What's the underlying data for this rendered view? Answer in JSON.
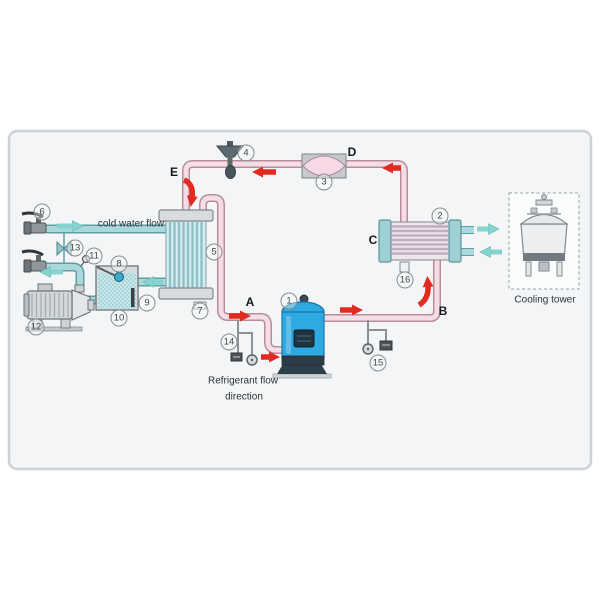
{
  "diagram": {
    "captions": {
      "cold_water_flow": "cold water flow",
      "refrigerant_flow_line1": "Refrigerant flow",
      "refrigerant_flow_line2": "direction",
      "cooling_tower": "Cooling tower"
    },
    "point_labels": {
      "A": "A",
      "B": "B",
      "C": "C",
      "D": "D",
      "E": "E"
    },
    "component_numbers": {
      "n1": "1",
      "n2": "2",
      "n3": "3",
      "n4": "4",
      "n5": "5",
      "n6": "6",
      "n7": "7",
      "n8": "8",
      "n9": "9",
      "n10": "10",
      "n11": "11",
      "n12": "12",
      "n13": "13",
      "n14": "14",
      "n15": "15",
      "n16": "16"
    },
    "colors": {
      "refrigerant_pipe_fill": "#f4dde4",
      "refrigerant_pipe_outline": "#b78d9b",
      "water_pipe_fill": "#abd8da",
      "water_pipe_outline": "#5f9ea2",
      "refrigerant_arrow": "#e02b20",
      "water_arrow": "#86d4cf",
      "compressor_body": "#2ea9e2"
    }
  }
}
